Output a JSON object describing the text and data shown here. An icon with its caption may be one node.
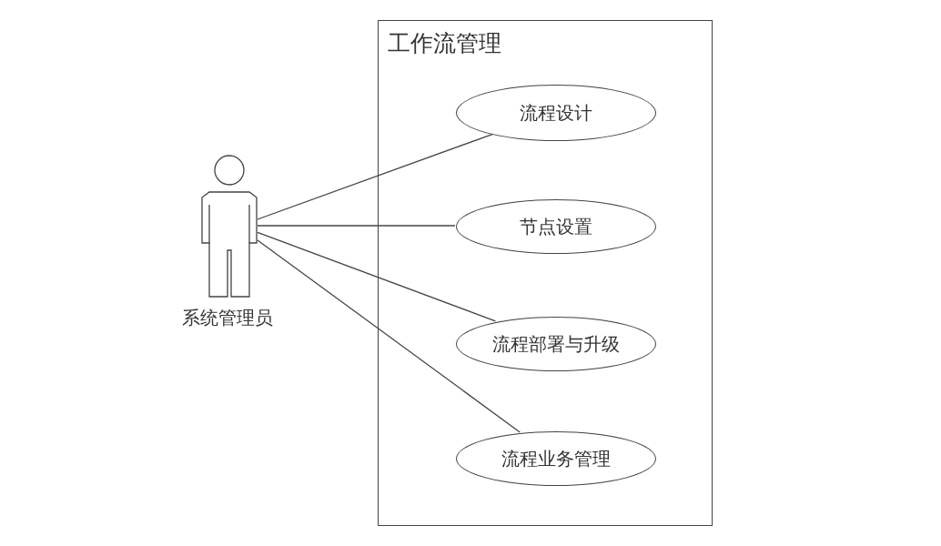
{
  "diagram": {
    "nodes": [
      {
        "text": [
          "工作流管理"
        ]
      },
      {
        "text": [
          "流程设计"
        ],
        "in": 0
      },
      {
        "text": [
          "节点设置"
        ],
        "in": 0
      },
      {
        "text": [
          "流程部署与升级"
        ],
        "in": 0
      },
      {
        "text": [
          "流程业务管理"
        ],
        "in": 0
      },
      {
        "text": [
          "系统管理员"
        ]
      }
    ],
    "edges": [
      {
        "from": 5,
        "to": 1,
        "arrow": "none"
      },
      {
        "from": 5,
        "to": 2,
        "arrow": "none"
      },
      {
        "from": 5,
        "to": 3,
        "arrow": "none"
      },
      {
        "from": 5,
        "to": 4,
        "arrow": "none"
      }
    ]
  }
}
